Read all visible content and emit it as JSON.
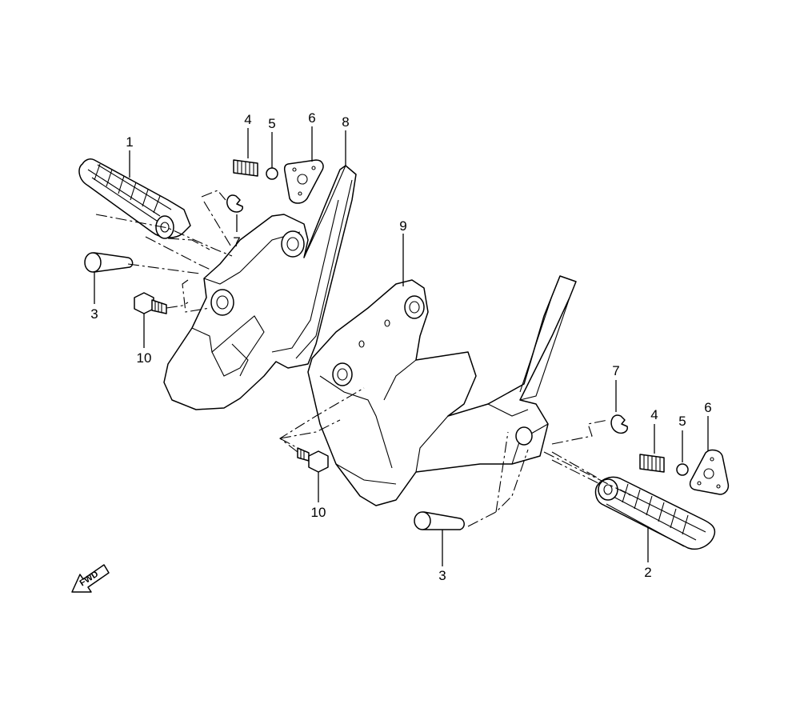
{
  "callouts": [
    {
      "id": "c1",
      "label": "1"
    },
    {
      "id": "c2",
      "label": "2"
    },
    {
      "id": "c3a",
      "label": "3"
    },
    {
      "id": "c3b",
      "label": "3"
    },
    {
      "id": "c4a",
      "label": "4"
    },
    {
      "id": "c4b",
      "label": "4"
    },
    {
      "id": "c5a",
      "label": "5"
    },
    {
      "id": "c5b",
      "label": "5"
    },
    {
      "id": "c6a",
      "label": "6"
    },
    {
      "id": "c6b",
      "label": "6"
    },
    {
      "id": "c7a",
      "label": "7"
    },
    {
      "id": "c7b",
      "label": "7"
    },
    {
      "id": "c8",
      "label": "8"
    },
    {
      "id": "c9",
      "label": "9"
    },
    {
      "id": "c10a",
      "label": "10"
    },
    {
      "id": "c10b",
      "label": "10"
    }
  ],
  "direction_indicator": {
    "label": "FWD",
    "icon": "forward-arrow-icon"
  }
}
